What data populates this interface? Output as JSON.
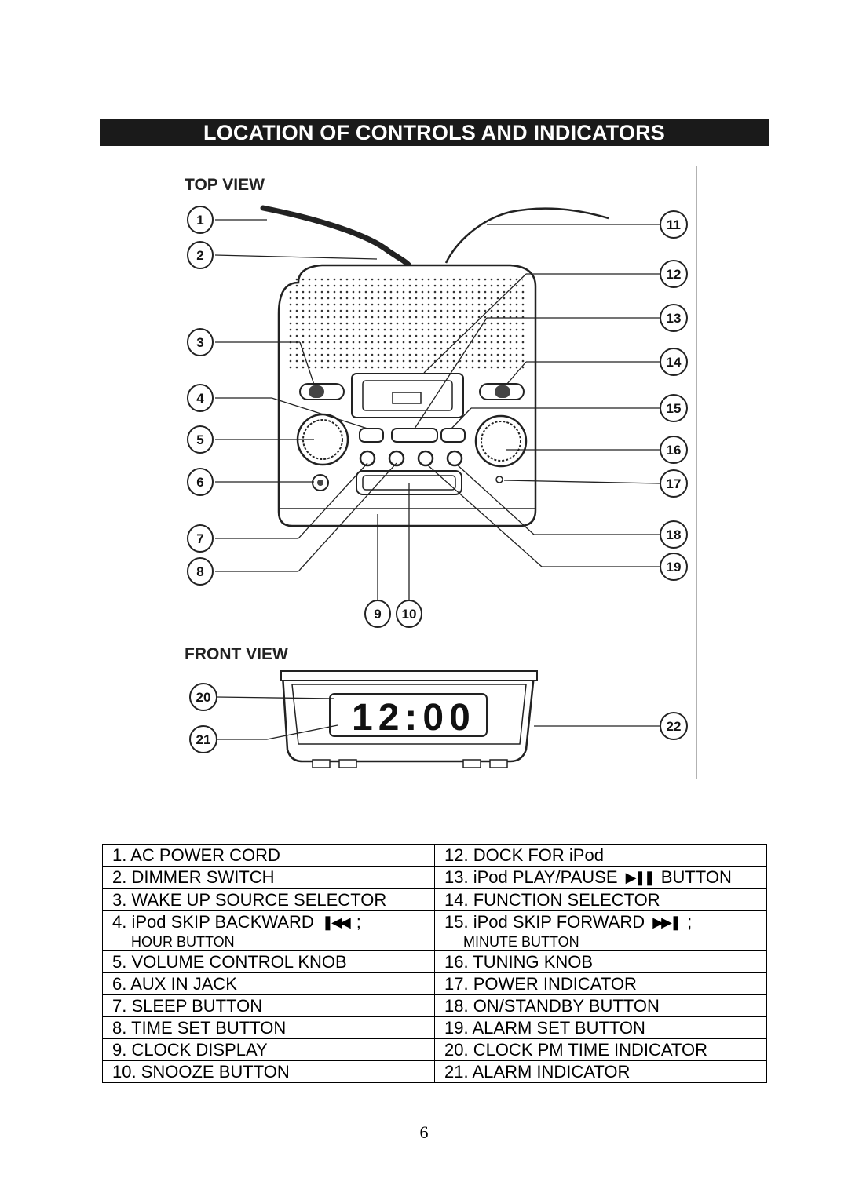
{
  "title": "LOCATION OF CONTROLS AND INDICATORS",
  "diagram": {
    "top_view_label": "TOP VIEW",
    "front_view_label": "FRONT VIEW",
    "display_time": "12:00",
    "callouts": [
      "1",
      "2",
      "3",
      "4",
      "5",
      "6",
      "7",
      "8",
      "9",
      "10",
      "11",
      "12",
      "13",
      "14",
      "15",
      "16",
      "17",
      "18",
      "19",
      "20",
      "21",
      "22"
    ]
  },
  "controls_table": {
    "rows": [
      {
        "left": "1. AC POWER CORD",
        "right": "12. DOCK FOR iPod"
      },
      {
        "left": "2. DIMMER SWITCH",
        "right_prefix": "13. iPod PLAY/PAUSE",
        "right_icon": "play-pause-icon",
        "right_suffix": "BUTTON"
      },
      {
        "left": "3. WAKE UP SOURCE SELECTOR",
        "right": "14. FUNCTION SELECTOR"
      },
      {
        "left_prefix": "4. iPod SKIP BACKWARD",
        "left_icon": "skip-backward-icon",
        "left_suffix": ";",
        "left_sub": "HOUR BUTTON",
        "right_prefix": "15. iPod SKIP FORWARD",
        "right_icon": "skip-forward-icon",
        "right_suffix": ";",
        "right_sub": "MINUTE  BUTTON"
      },
      {
        "left": "5. VOLUME CONTROL KNOB",
        "right": "16. TUNING KNOB"
      },
      {
        "left": "6. AUX IN JACK",
        "right": "17. POWER INDICATOR"
      },
      {
        "left": "7. SLEEP BUTTON",
        "right": "18. ON/STANDBY BUTTON"
      },
      {
        "left": "8. TIME SET BUTTON",
        "right": "19. ALARM SET BUTTON"
      },
      {
        "left": "9. CLOCK DISPLAY",
        "right": "20. CLOCK PM TIME INDICATOR"
      },
      {
        "left": "10. SNOOZE BUTTON",
        "right": "21. ALARM INDICATOR"
      }
    ]
  },
  "page_number": "6"
}
